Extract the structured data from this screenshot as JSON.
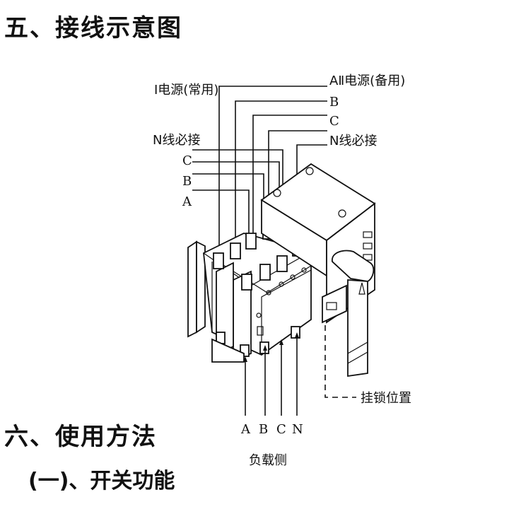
{
  "headings": {
    "wiring": "五、接线示意图",
    "usage": "六、使用方法",
    "switch_function": "(一)、开关功能"
  },
  "diagram": {
    "source1_label": "Ⅰ电源(常用)",
    "source1_n_label": "N线必接",
    "source1_phases": [
      "C",
      "B",
      "A"
    ],
    "source2_label": "AⅡ电源(备用)",
    "source2_phases": [
      "B",
      "C"
    ],
    "source2_n_label": "N线必接",
    "lock_label": "挂锁位置",
    "load_phases": [
      "A",
      "B",
      "C",
      "N"
    ],
    "load_label": "负载侧"
  }
}
